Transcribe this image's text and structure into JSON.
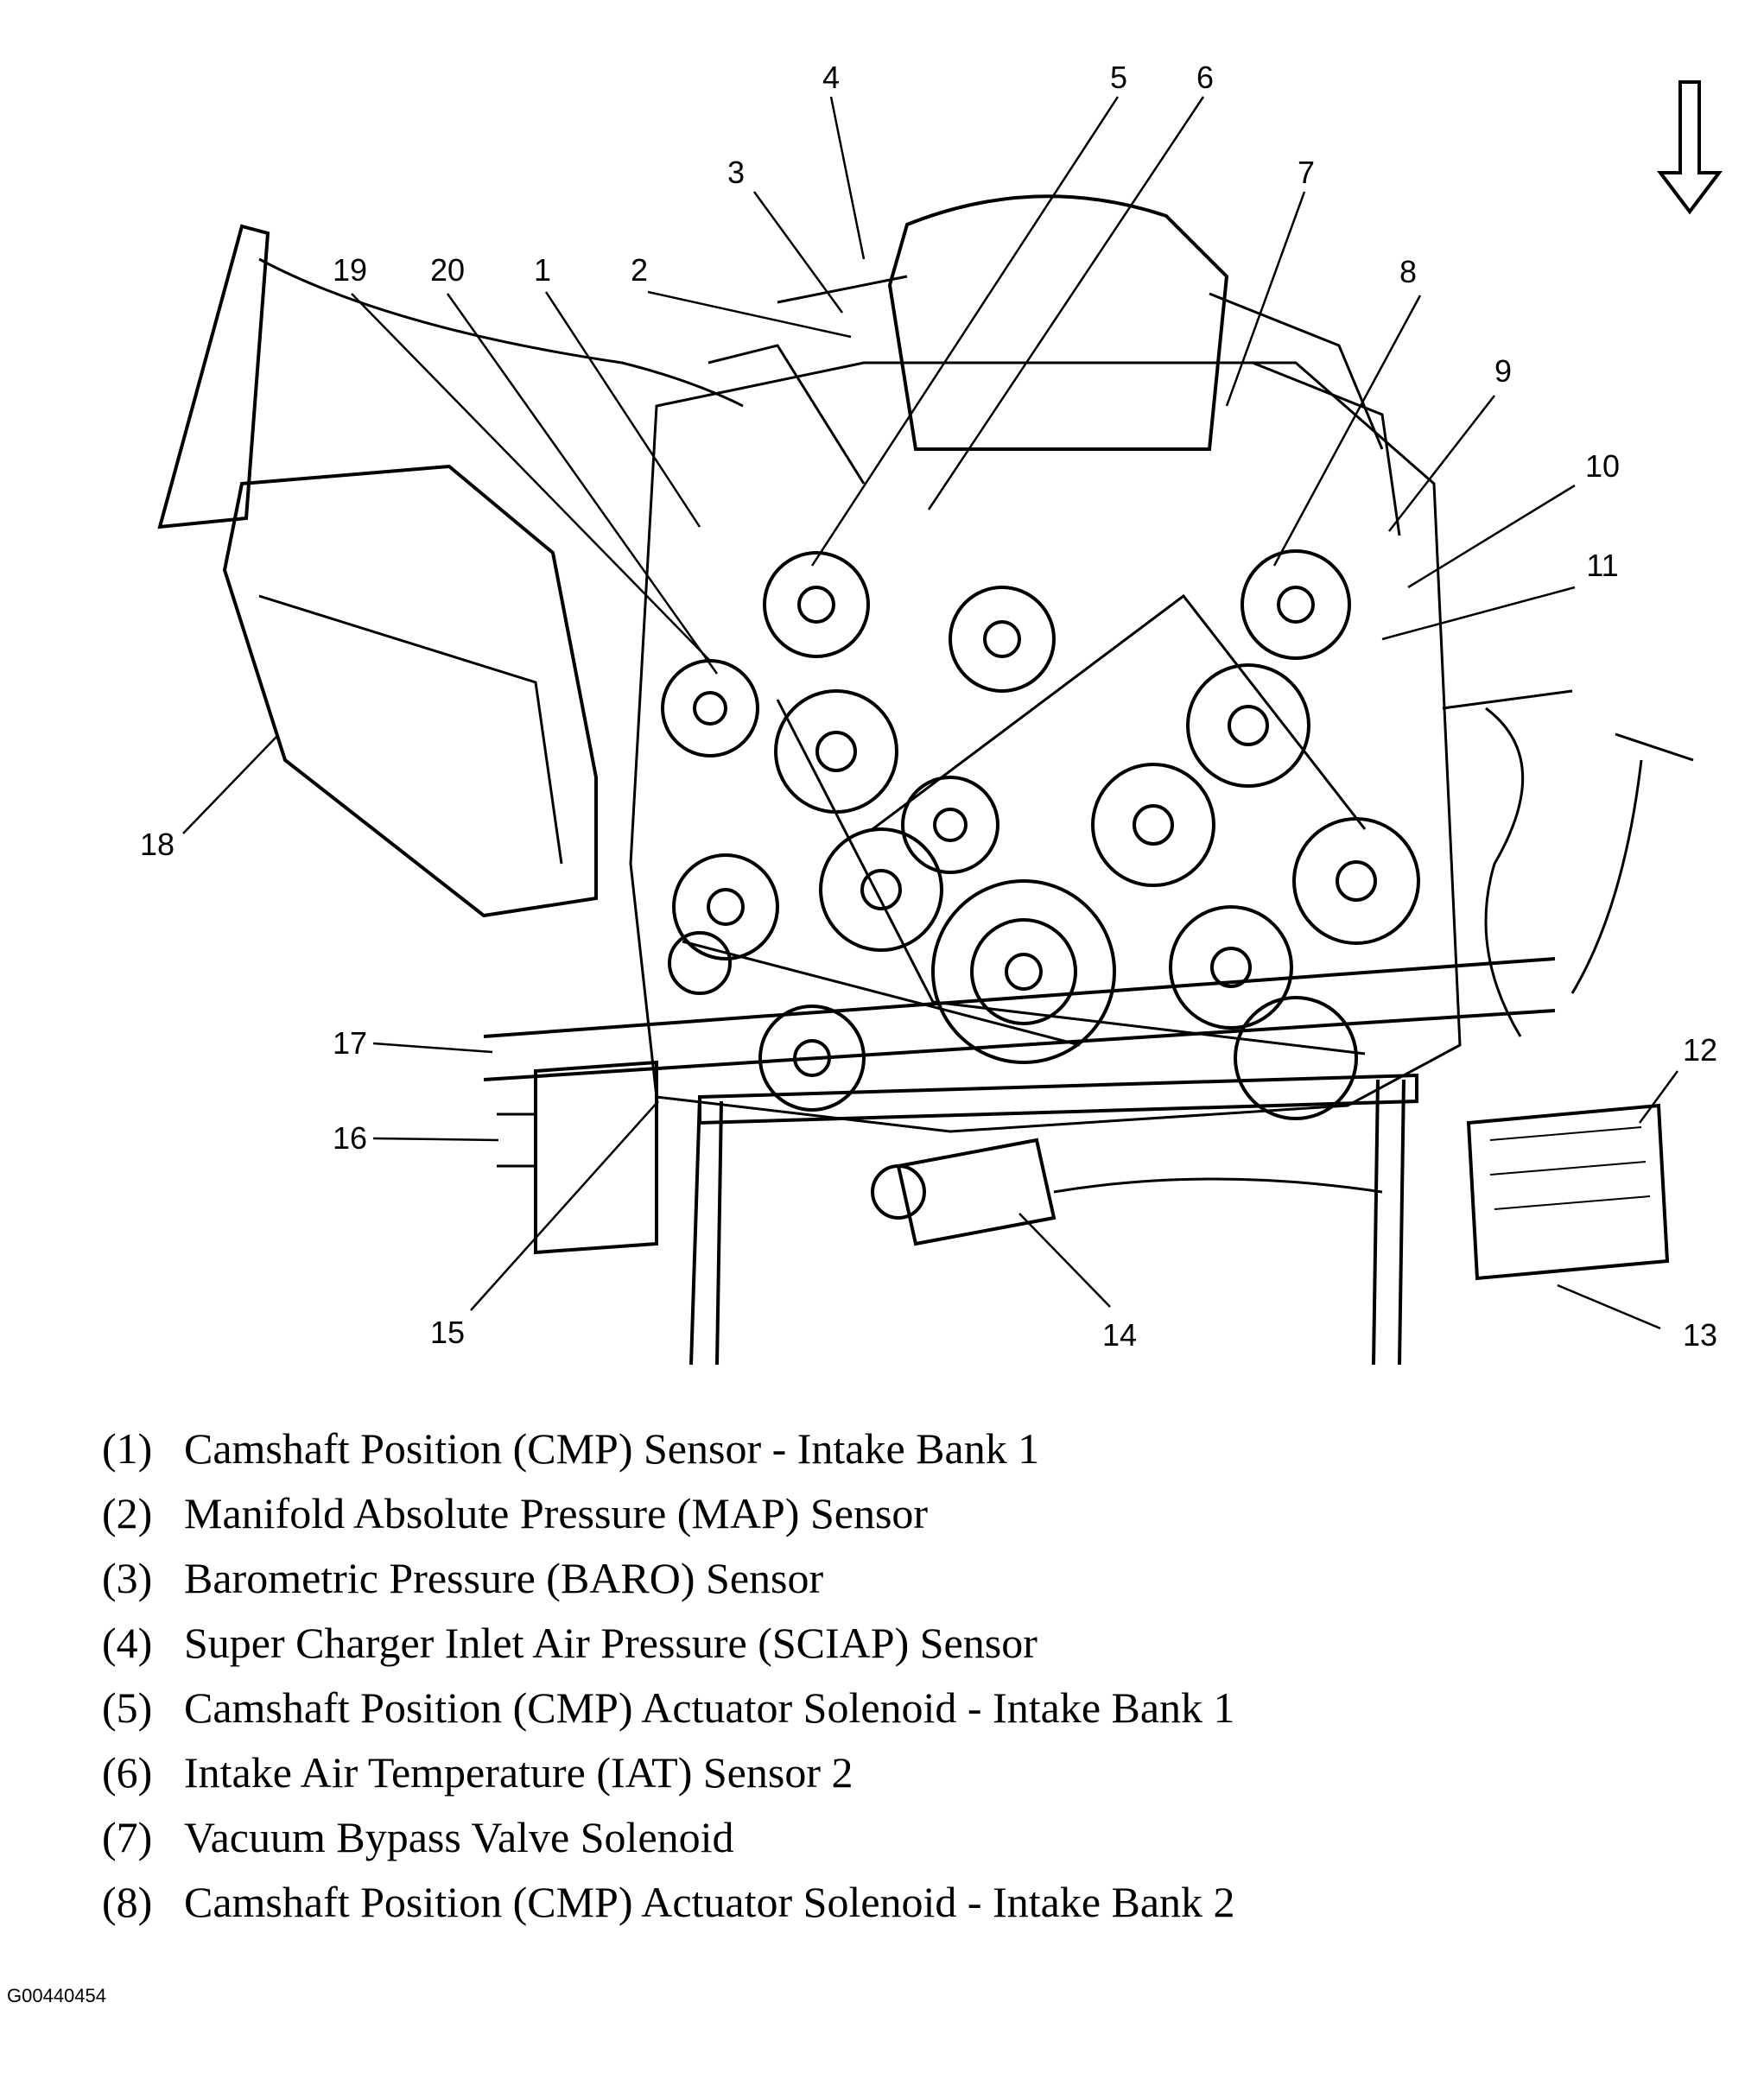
{
  "diagram": {
    "callouts": [
      "1",
      "2",
      "3",
      "4",
      "5",
      "6",
      "7",
      "8",
      "9",
      "10",
      "11",
      "12",
      "13",
      "14",
      "15",
      "16",
      "17",
      "18",
      "19",
      "20"
    ],
    "direction_icon": "down-arrow-icon"
  },
  "legend": [
    {
      "num": "(1)",
      "text": "Camshaft Position (CMP) Sensor - Intake Bank 1"
    },
    {
      "num": "(2)",
      "text": "Manifold Absolute Pressure (MAP) Sensor"
    },
    {
      "num": "(3)",
      "text": "Barometric Pressure (BARO) Sensor"
    },
    {
      "num": "(4)",
      "text": "Super Charger Inlet Air Pressure (SCIAP) Sensor"
    },
    {
      "num": "(5)",
      "text": "Camshaft Position (CMP) Actuator Solenoid - Intake Bank 1"
    },
    {
      "num": "(6)",
      "text": "Intake Air Temperature (IAT) Sensor 2"
    },
    {
      "num": "(7)",
      "text": "Vacuum Bypass Valve Solenoid"
    },
    {
      "num": "(8)",
      "text": "Camshaft Position (CMP) Actuator Solenoid - Intake Bank 2"
    }
  ],
  "figure_id": "G00440454"
}
